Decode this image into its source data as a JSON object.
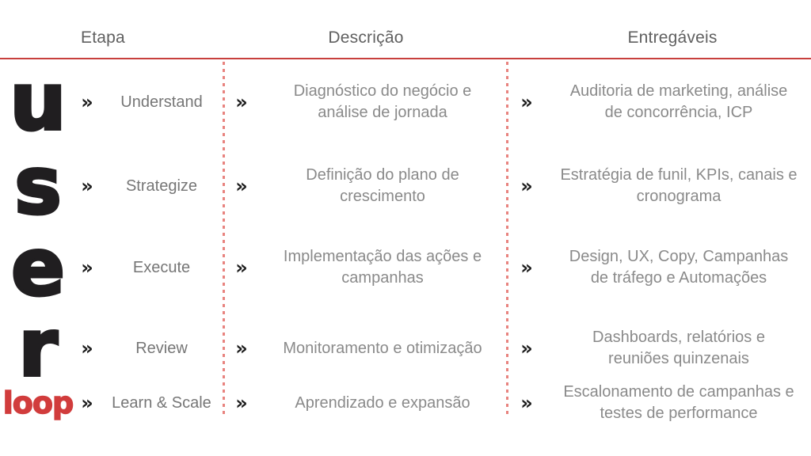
{
  "colors": {
    "background": "#ffffff",
    "accent-red": "#c8403d",
    "divider-red": "#e8837f",
    "loop-red": "#d13c3c",
    "letter-dark": "#201e20",
    "header-gray": "#606060",
    "stage-gray": "#767676",
    "body-gray": "#8a8a8a",
    "chevron-dark": "#1c1c1c"
  },
  "icons": {
    "chevron": "»"
  },
  "header": {
    "etapa": "Etapa",
    "descricao": "Descrição",
    "entregaveis": "Entregáveis"
  },
  "rows": [
    {
      "letter": "u",
      "stage": "Understand",
      "description": "Diagnóstico do negócio e\nanálise de jornada",
      "deliverables": "Auditoria de marketing, análise\nde concorrência, ICP"
    },
    {
      "letter": "s",
      "stage": "Strategize",
      "description": "Definição do plano de\ncrescimento",
      "deliverables": "Estratégia de funil, KPIs, canais e\ncronograma"
    },
    {
      "letter": "e",
      "stage": "Execute",
      "description": "Implementação das ações e\ncampanhas",
      "deliverables": "Design, UX, Copy, Campanhas\nde tráfego e Automações"
    },
    {
      "letter": "r",
      "stage": "Review",
      "description": "Monitoramento e otimização",
      "deliverables": "Dashboards, relatórios e\nreuniões quinzenais"
    },
    {
      "letter": "loop",
      "stage": "Learn & Scale",
      "description": "Aprendizado e expansão",
      "deliverables": "Escalonamento de campanhas e\ntestes de performance"
    }
  ]
}
